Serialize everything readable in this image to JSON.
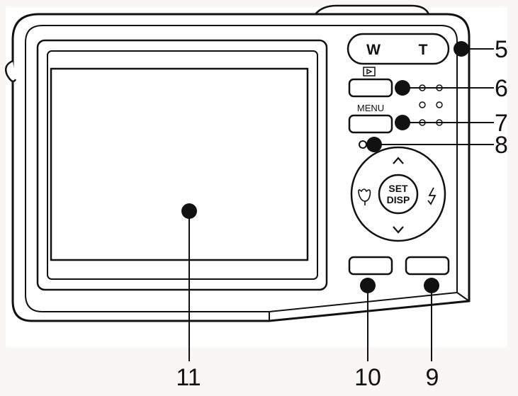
{
  "zoom": {
    "wide": "W",
    "tele": "T"
  },
  "menu_label": "MENU",
  "set_label": {
    "line1": "SET",
    "line2": "DISP"
  },
  "callouts": {
    "c5": "5",
    "c6": "6",
    "c7": "7",
    "c8": "8",
    "c9": "9",
    "c10": "10",
    "c11": "11"
  }
}
